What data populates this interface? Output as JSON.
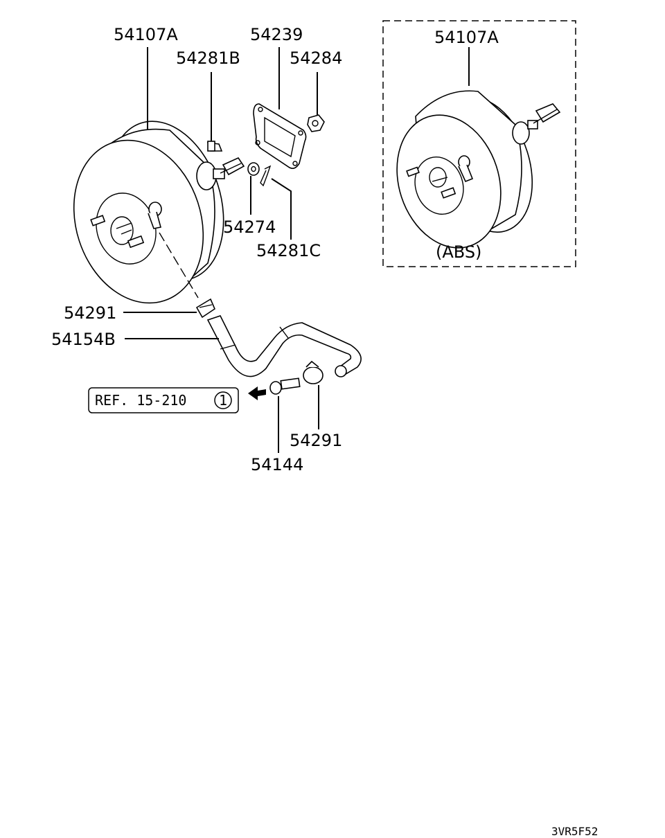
{
  "parts": {
    "booster_main": "54107A",
    "gasket": "54239",
    "pin_b": "54281B",
    "nut": "54284",
    "washer": "54274",
    "pin_c": "54281C",
    "clamp_upper": "54291",
    "hose": "54154B",
    "fitting": "54144",
    "clamp_lower": "54291",
    "booster_abs": "54107A"
  },
  "abs_label": "(ABS)",
  "reference": {
    "text": "REF. 15-210",
    "circle_number": "1"
  },
  "diagram_code": "3VR5F52"
}
